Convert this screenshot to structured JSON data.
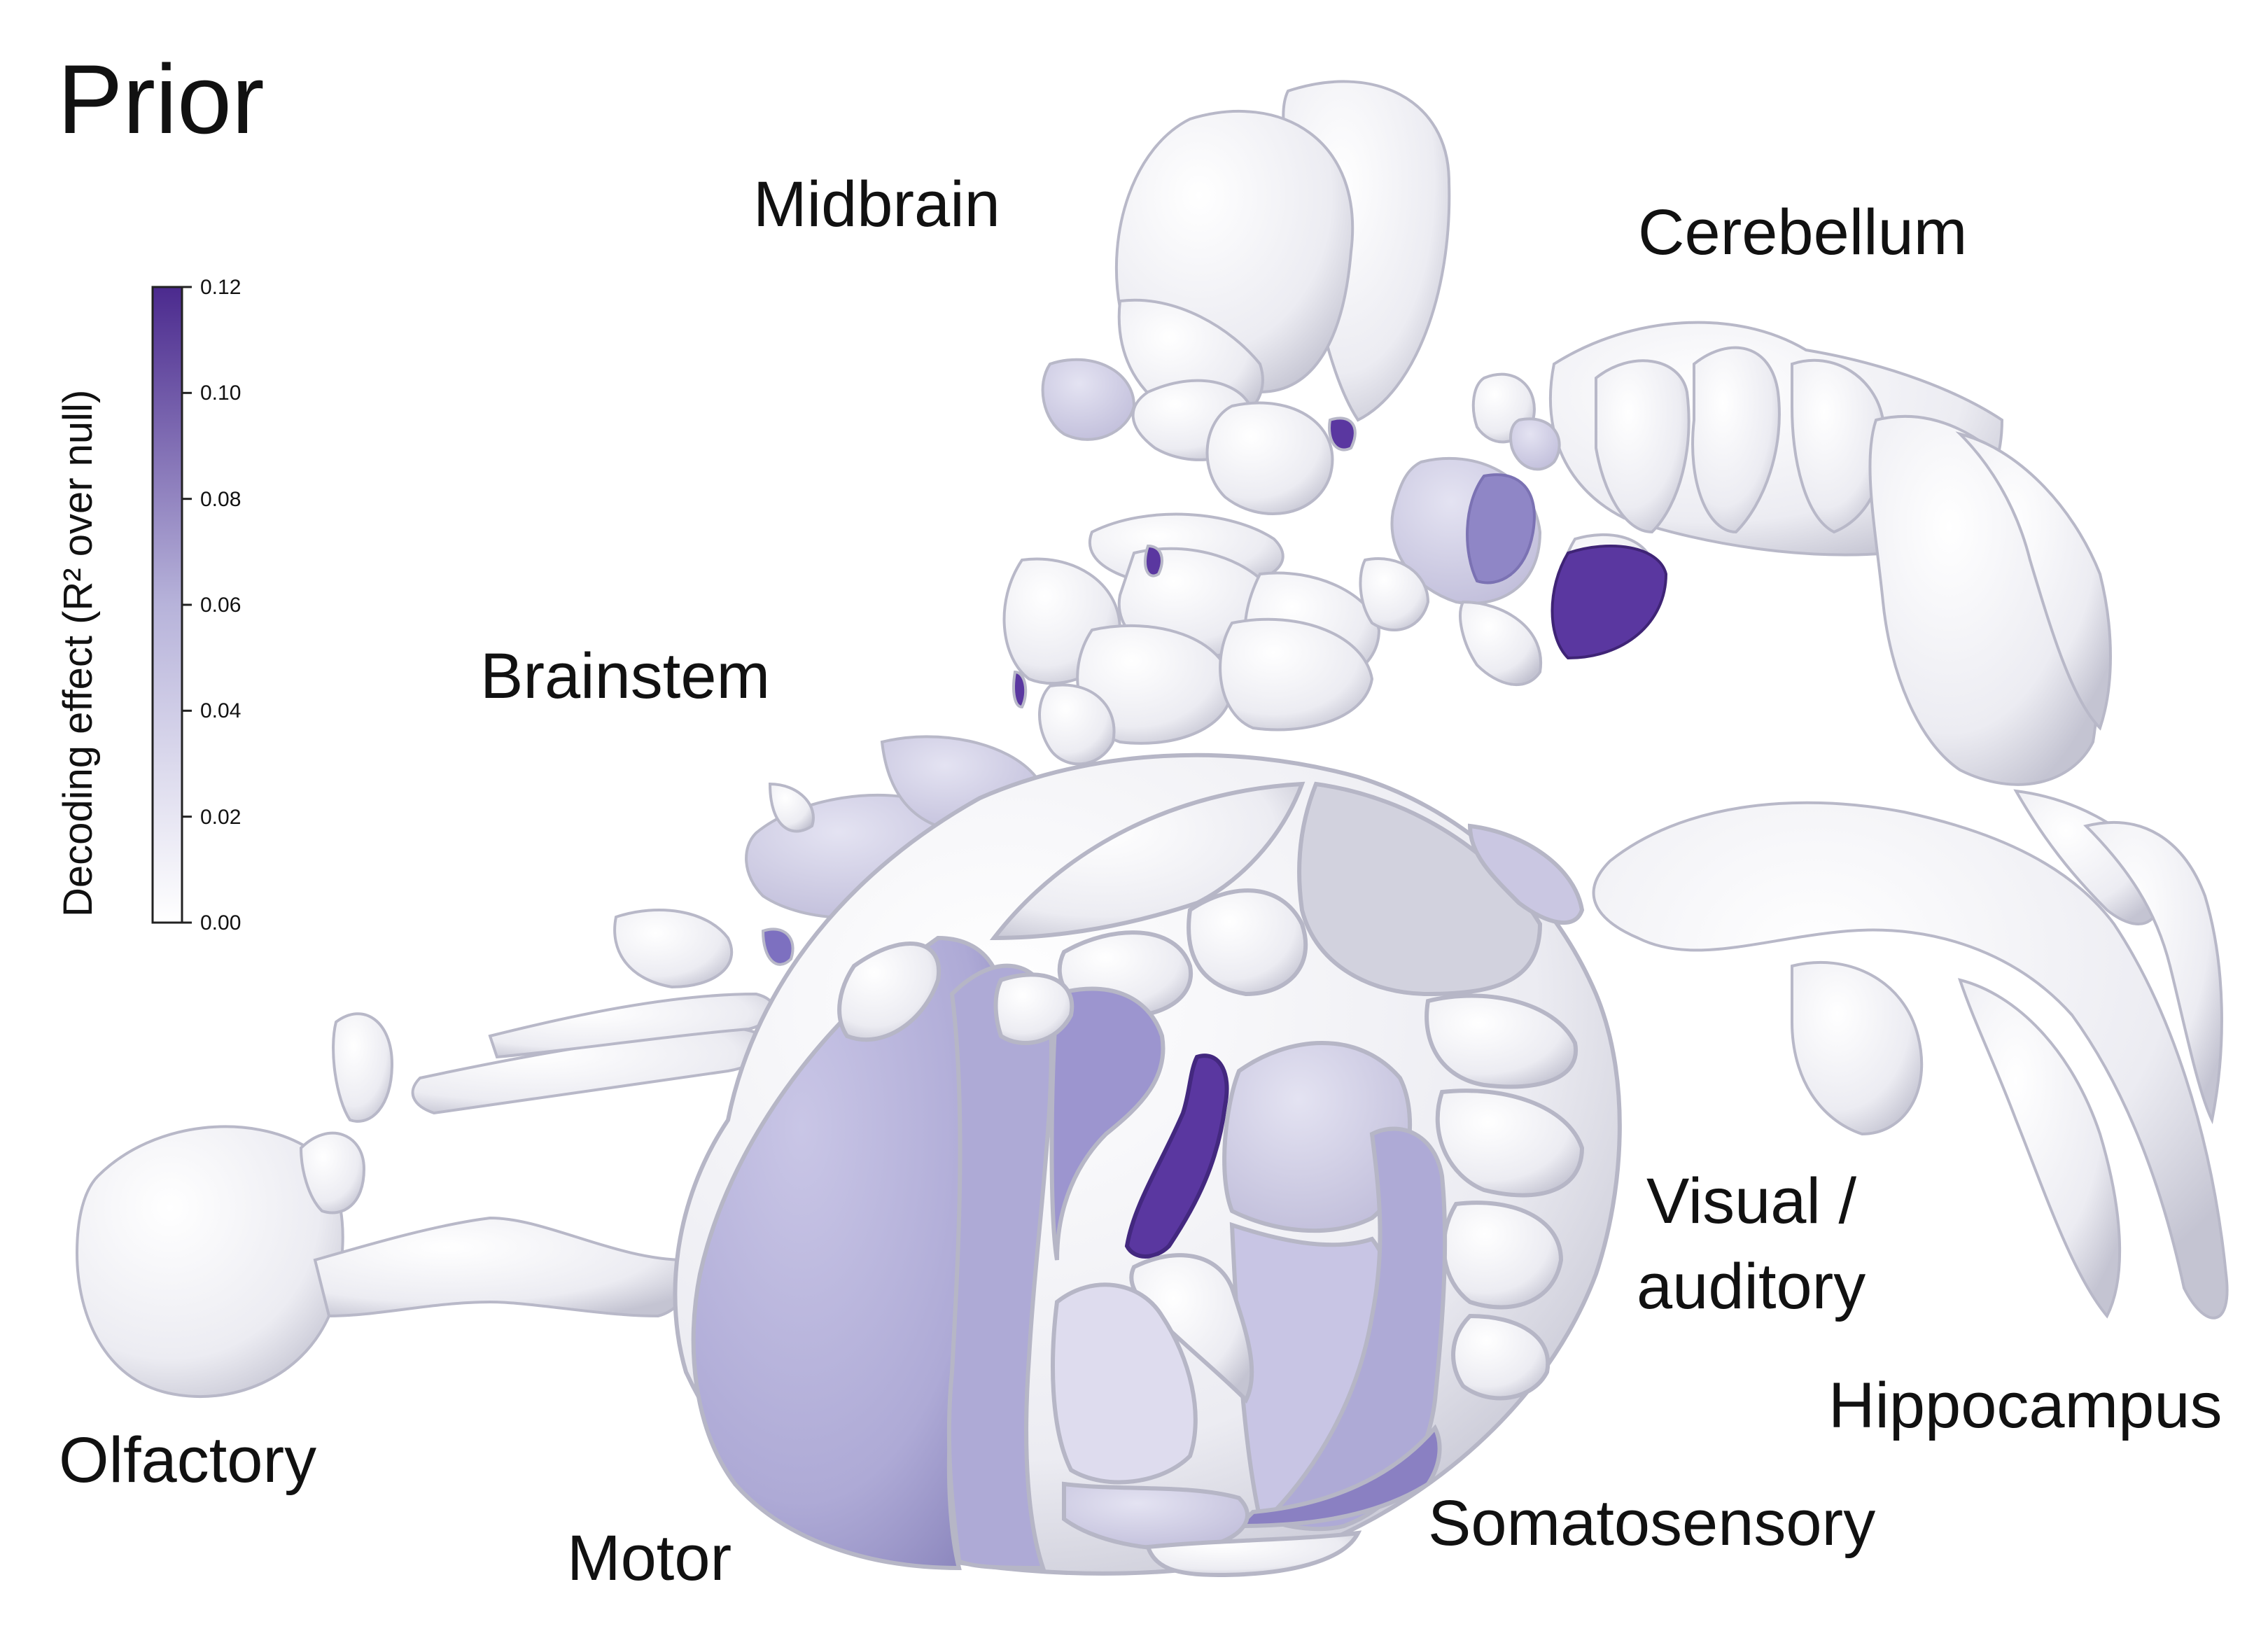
{
  "title": "Prior",
  "regions": {
    "midbrain": "Midbrain",
    "cerebellum": "Cerebellum",
    "brainstem": "Brainstem",
    "olfactory": "Olfactory",
    "motor": "Motor",
    "somatosensory": "Somatosensory",
    "visual_auditory_line1": "Visual /",
    "visual_auditory_line2": "auditory",
    "hippocampus": "Hippocampus"
  },
  "colorbar": {
    "label": "Decoding effect (R² over null)",
    "ticks": [
      "0.00",
      "0.02",
      "0.04",
      "0.06",
      "0.08",
      "0.10",
      "0.12"
    ],
    "min": 0.0,
    "max": 0.12,
    "color_low": "#ffffff",
    "color_high": "#4b2a8e"
  },
  "colors": {
    "tissue": "#eeeef4",
    "tissue_shade": "#c9c9d6",
    "motor": "#b3b1d8",
    "high_effect": "#5a37a0",
    "mid_effect": "#8f86c6"
  }
}
